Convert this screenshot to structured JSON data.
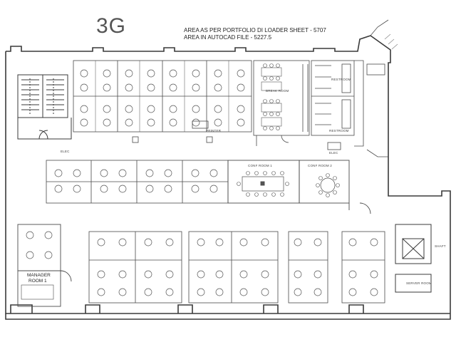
{
  "plan": {
    "floor": "3G",
    "area_portfolio": "AREA AS PER PORTFOLIO DI LOADER SHEET - 5707",
    "area_autocad": "AREA IN AUTOCAD FILE - 5227.5"
  },
  "rooms": {
    "break_room": "BREAK ROOM",
    "restroom_top": "RESTROOM",
    "restroom_bottom": "RESTROOM",
    "printer": "PRINTER",
    "conf_room_1": "CONF ROOM 1",
    "conf_room_2": "CONF ROOM 2",
    "manager_room_line1": "MANAGER",
    "manager_room_line2": "ROOM 1",
    "shaft": "SHAFT",
    "server_room": "SERVER ROOM",
    "elec_1": "ELEC",
    "elec_2": "ELEC"
  },
  "colors": {
    "line": "#3a3a3a",
    "light_line": "#8a8a8a",
    "background": "#ffffff"
  }
}
